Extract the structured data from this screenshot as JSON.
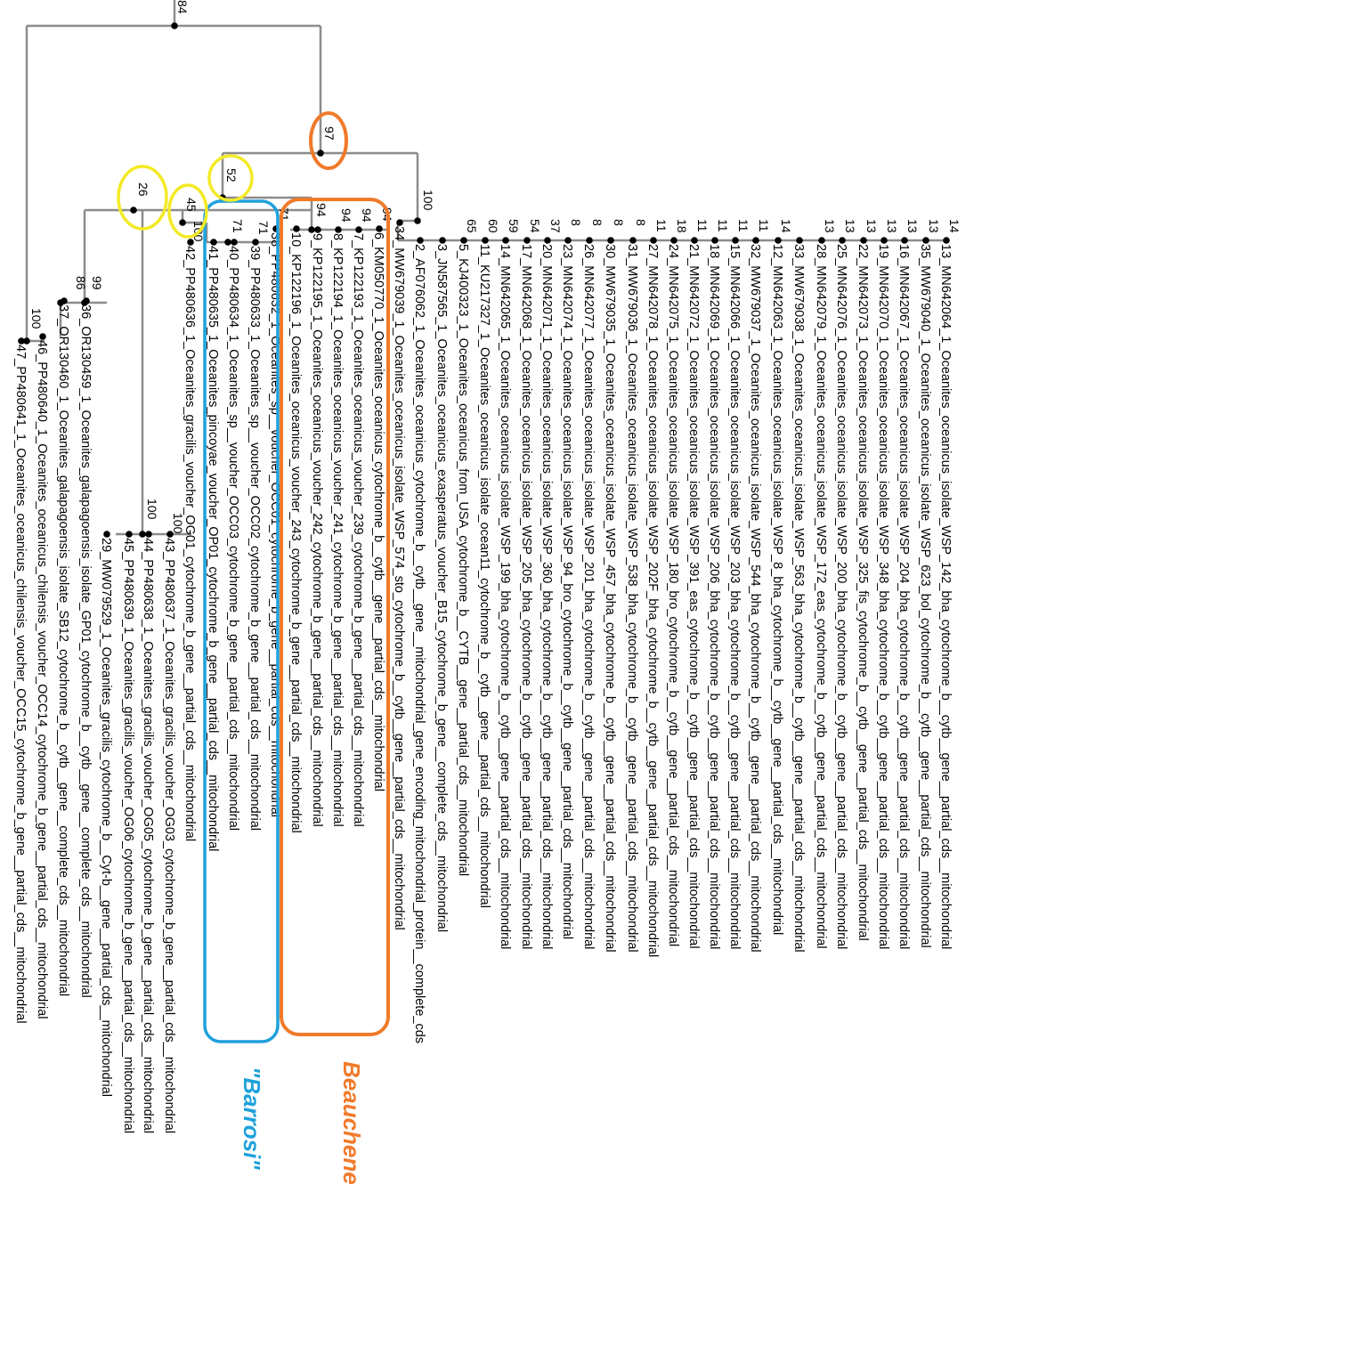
{
  "colors": {
    "branch": "#8c8c8c",
    "node": "#000000",
    "beauchene": "#f07a2a",
    "barrosi": "#1ea1dc",
    "highlight_yellow": "#f3ea26",
    "highlight_orange": "#f07a2a"
  },
  "clade_labels": {
    "beauchene": "Beauchene",
    "barrosi": "\"Barrosi\""
  },
  "support_values": {
    "root": "84",
    "n97": "97",
    "n100_ocean": "100",
    "n52": "52",
    "n26": "26",
    "n45": "45",
    "n86": "86",
    "n99": "99",
    "n100_chil": "100",
    "n100_grac": "100",
    "n94_beau": "94",
    "n71_barr": "71"
  },
  "leaves": [
    {
      "label": "13_MN642064_1_Oceanites_oceanicus_isolate_WSP_142_bha_cytochrome_b__cytb__gene__partial_cds__mitochondrial",
      "support": "14"
    },
    {
      "label": "35_MW679040_1_Oceanites_oceanicus_isolate_WSP_623_bol_cytochrome_b__cytb__gene__partial_cds__mitochondrial",
      "support": "13"
    },
    {
      "label": "16_MN642067_1_Oceanites_oceanicus_isolate_WSP_204_bha_cytochrome_b__cytb__gene__partial_cds__mitochondrial",
      "support": "13"
    },
    {
      "label": "19_MN642070_1_Oceanites_oceanicus_isolate_WSP_348_bha_cytochrome_b__cytb__gene__partial_cds__mitochondrial",
      "support": "13"
    },
    {
      "label": "22_MN642073_1_Oceanites_oceanicus_isolate_WSP_325_fis_cytochrome_b__cytb__gene__partial_cds__mitochondrial",
      "support": "13"
    },
    {
      "label": "25_MN642076_1_Oceanites_oceanicus_isolate_WSP_200_bha_cytochrome_b__cytb__gene__partial_cds__mitochondrial",
      "support": "13"
    },
    {
      "label": "28_MN642079_1_Oceanites_oceanicus_isolate_WSP_172_eas_cytochrome_b__cytb__gene__partial_cds__mitochondrial",
      "support": "13"
    },
    {
      "label": "33_MW679038_1_Oceanites_oceanicus_isolate_WSP_563_bha_cytochrome_b__cytb__gene__partial_cds__mitochondrial",
      "support": ""
    },
    {
      "label": "12_MN642063_1_Oceanites_oceanicus_isolate_WSP_8_bha_cytochrome_b__cytb__gene__partial_cds__mitochondrial",
      "support": "14"
    },
    {
      "label": "32_MW679037_1_Oceanites_oceanicus_isolate_WSP_544_bha_cytochrome_b__cytb__gene__partial_cds__mitochondrial",
      "support": "11"
    },
    {
      "label": "15_MN642066_1_Oceanites_oceanicus_isolate_WSP_203_bha_cytochrome_b__cytb__gene__partial_cds__mitochondrial",
      "support": "11"
    },
    {
      "label": "18_MN642069_1_Oceanites_oceanicus_isolate_WSP_206_bha_cytochrome_b__cytb__gene__partial_cds__mitochondrial",
      "support": "11"
    },
    {
      "label": "21_MN642072_1_Oceanites_oceanicus_isolate_WSP_391_eas_cytochrome_b__cytb__gene__partial_cds__mitochondrial",
      "support": "11"
    },
    {
      "label": "24_MN642075_1_Oceanites_oceanicus_isolate_WSP_180_bro_cytochrome_b__cytb__gene__partial_cds__mitochondrial",
      "support": "18"
    },
    {
      "label": "27_MN642078_1_Oceanites_oceanicus_isolate_WSP_202F_bha_cytochrome_b__cytb__gene__partial_cds__mitochondrial",
      "support": "11"
    },
    {
      "label": "31_MW679036_1_Oceanites_oceanicus_isolate_WSP_538_bha_cytochrome_b__cytb__gene__partial_cds__mitochondrial",
      "support": "8"
    },
    {
      "label": "30_MW679035_1_Oceanites_oceanicus_isolate_WSP_457_bha_cytochrome_b__cytb__gene__partial_cds__mitochondrial",
      "support": "8"
    },
    {
      "label": "26_MN642077_1_Oceanites_oceanicus_isolate_WSP_201_bha_cytochrome_b__cytb__gene__partial_cds__mitochondrial",
      "support": "8"
    },
    {
      "label": "23_MN642074_1_Oceanites_oceanicus_isolate_WSP_94_bro_cytochrome_b__cytb__gene__partial_cds__mitochondrial",
      "support": "8"
    },
    {
      "label": "20_MN642071_1_Oceanites_oceanicus_isolate_WSP_360_bha_cytochrome_b__cytb__gene__partial_cds__mitochondrial",
      "support": "37"
    },
    {
      "label": "17_MN642068_1_Oceanites_oceanicus_isolate_WSP_205_bha_cytochrome_b__cytb__gene__partial_cds__mitochondrial",
      "support": "54"
    },
    {
      "label": "14_MN642065_1_Oceanites_oceanicus_isolate_WSP_199_bha_cytochrome_b__cytb__gene__partial_cds__mitochondrial",
      "support": "59"
    },
    {
      "label": "11_KU217327_1_Oceanites_oceanicus_isolate_ocean11_cytochrome_b__cytb__gene__partial_cds__mitochondrial",
      "support": "60"
    },
    {
      "label": "5_KJ400323_1_Oceanites_oceanicus_from_USA_cytochrome_b__CYTB__gene__partial_cds__mitochondrial",
      "support": "65"
    },
    {
      "label": "3_JN587565_1_Oceanites_oceanicus_exasperatus_voucher_B15_cytochrome_b_gene__complete_cds__mitochondrial",
      "support": ""
    },
    {
      "label": "2_AF076062_1_Oceanites_oceanicus_cytochrome_b__cytb__gene__mitochondrial_gene_encoding_mitochondrial_protein__complete_cds",
      "support": ""
    },
    {
      "label": "34_MW679039_1_Oceanites_oceanicus_isolate_WSP_574_sto_cytochrome_b__cytb__gene__partial_cds__mitochondrial",
      "support": ""
    },
    {
      "label": "6_KM050770_1_Oceanites_oceanicus_cytochrome_b__cytb__gene__partial_cds__mitochondrial",
      "support": "94"
    },
    {
      "label": "7_KP122193_1_Oceanites_oceanicus_voucher_239_cytochrome_b_gene__partial_cds__mitochondrial",
      "support": "94"
    },
    {
      "label": "8_KP122194_1_Oceanites_oceanicus_voucher_241_cytochrome_b_gene__partial_cds__mitochondrial",
      "support": "94"
    },
    {
      "label": "9_KP122195_1_Oceanites_oceanicus_voucher_242_cytochrome_b_gene__partial_cds__mitochondrial",
      "support": ""
    },
    {
      "label": "10_KP122196_1_Oceanites_oceanicus_voucher_243_cytochrome_b_gene__partial_cds__mitochondrial",
      "support": ""
    },
    {
      "label": "38_PP480632_1_Oceanites_sp__voucher_OCC01_cytochrome_b_gene__partial_cds__mitochondrial",
      "support": "71"
    },
    {
      "label": "39_PP480633_1_Oceanites_sp__voucher_OCC02_cytochrome_b_gene__partial_cds__mitochondrial",
      "support": "71"
    },
    {
      "label": "40_PP480634_1_Oceanites_sp__voucher_OCC03_cytochrome_b_gene__partial_cds__mitochondrial",
      "support": ""
    },
    {
      "label": "41_PP480635_1_Oceanites_pincoyae_voucher_OP01_cytochrome_b_gene__partial_cds__mitochondrial",
      "support": ""
    },
    {
      "label": "42_PP480636_1_Oceanites_gracilis_voucher_OG01_cytochrome_b_gene__partial_cds__mitochondrial",
      "support": "100"
    },
    {
      "label": "43_PP480637_1_Oceanites_gracilis_voucher_OG03_cytochrome_b_gene__partial_cds__mitochondrial",
      "support": "100"
    },
    {
      "label": "44_PP480638_1_Oceanites_gracilis_voucher_OG05_cytochrome_b_gene__partial_cds__mitochondrial",
      "support": ""
    },
    {
      "label": "45_PP480639_1_Oceanites_gracilis_voucher_OG06_cytochrome_b_gene__partial_cds__mitochondrial",
      "support": ""
    },
    {
      "label": "29_MW079529_1_Oceanites_gracilis_cytochrome_b__Cyt-b__gene__partial_cds__mitochondrial",
      "support": ""
    },
    {
      "label": "36_OR130459_1_Oceanites_galapagoensis_isolate_GP01_cytochrome_b__cytb__gene__complete_cds__mitochondrial",
      "support": ""
    },
    {
      "label": "37_OR130460_1_Oceanites_galapagoensis_isolate_SB12_cytochrome_b__cytb__gene__complete_cds__mitochondrial",
      "support": ""
    },
    {
      "label": "46_PP480640_1_Oceanites_oceanicus_chilensis_voucher_OCC14_cytochrome_b_gene__partial_cds__mitochondrial",
      "support": ""
    },
    {
      "label": "47_PP480641_1_Oceanites_oceanicus_chilensis_voucher_OCC15_cytochrome_b_gene__partial_cds__mitochondrial",
      "support": ""
    }
  ]
}
